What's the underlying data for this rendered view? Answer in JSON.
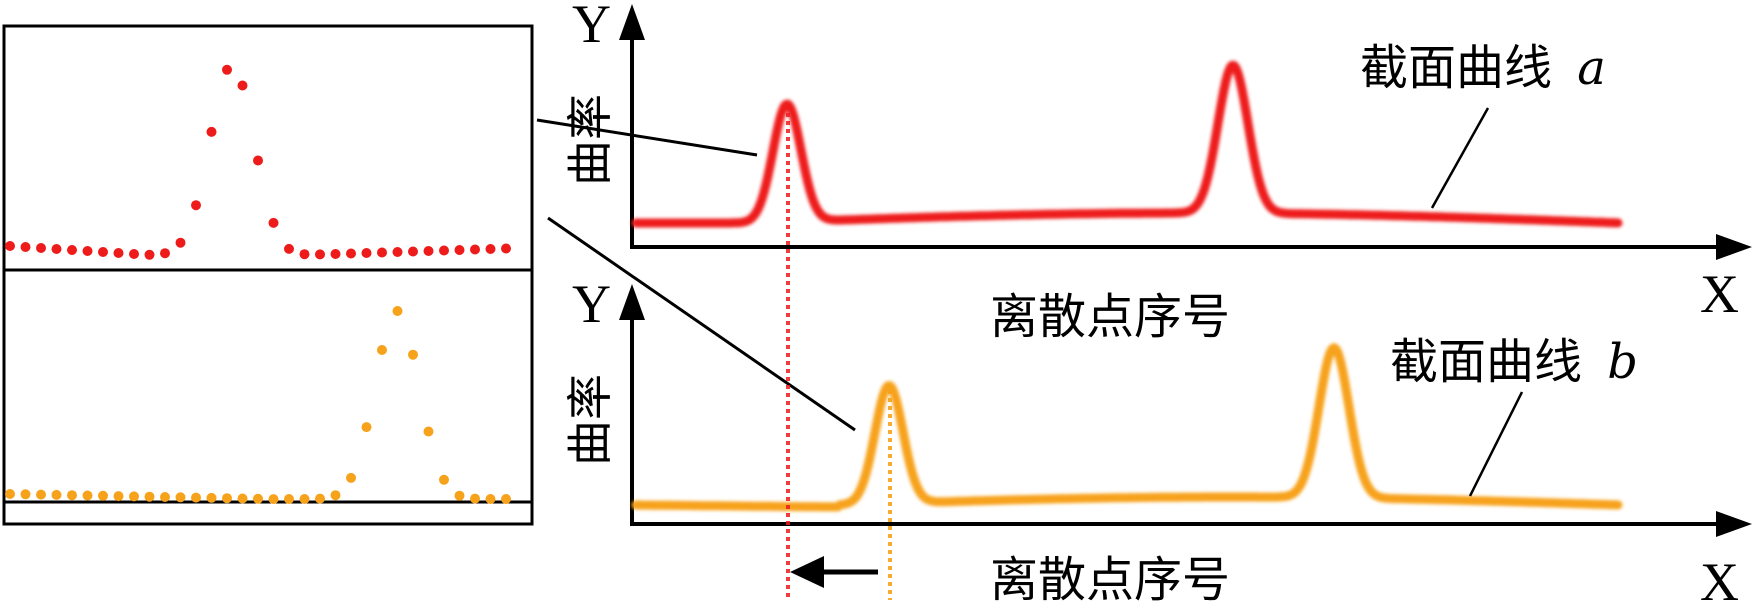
{
  "colors": {
    "curve_a": "#ee1b1b",
    "curve_b": "#f7a21b",
    "line": "#000000",
    "background": "#ffffff"
  },
  "top_panel": {
    "y_axis_letter": "Y",
    "x_axis_letter": "X",
    "y_label": "曲率",
    "x_label": "离散点序号",
    "curve_label_text": "截面曲线",
    "curve_label_var": "a"
  },
  "bottom_panel": {
    "y_axis_letter": "Y",
    "x_axis_letter": "X",
    "y_label": "曲率",
    "x_label": "离散点序号",
    "curve_label_text": "截面曲线",
    "curve_label_var": "b"
  },
  "inset": {
    "zoom_a_points": 34,
    "zoom_b_points": 34
  },
  "icons": {
    "shift_arrow": "left-arrow-icon"
  }
}
